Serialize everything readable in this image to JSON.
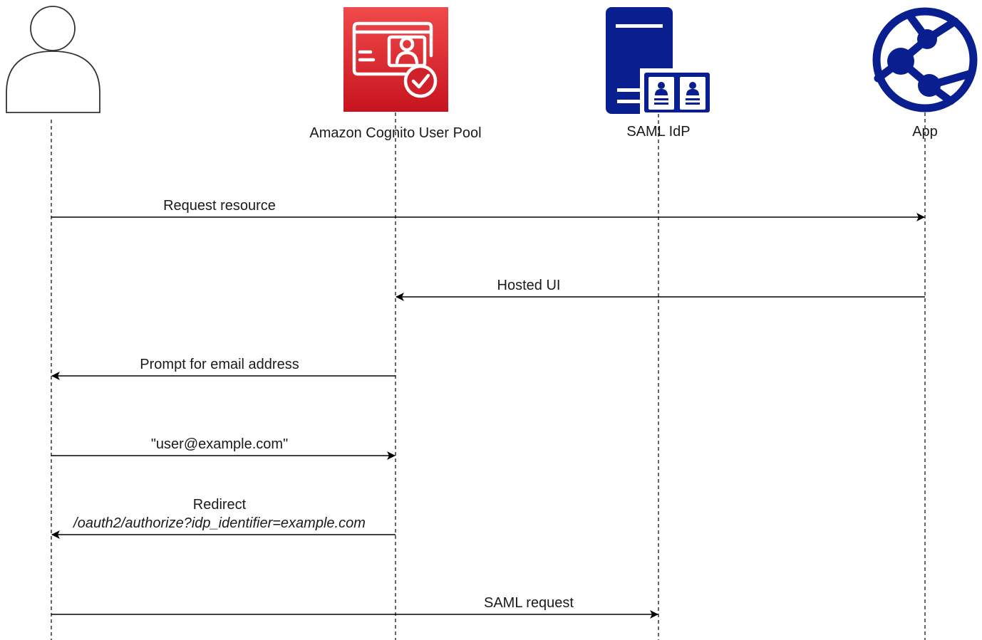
{
  "participants": [
    {
      "id": "user",
      "label": "",
      "icon": "user-silhouette-icon"
    },
    {
      "id": "cognito",
      "label": "Amazon Cognito User Pool",
      "icon": "cognito-user-pool-icon"
    },
    {
      "id": "idp",
      "label": "SAML IdP",
      "icon": "saml-idp-server-directory-icon"
    },
    {
      "id": "app",
      "label": "App",
      "icon": "app-globe-network-icon"
    }
  ],
  "messages": [
    {
      "from": "user",
      "to": "app",
      "lines": [
        "Request resource"
      ]
    },
    {
      "from": "app",
      "to": "cognito",
      "lines": [
        "Hosted UI"
      ]
    },
    {
      "from": "cognito",
      "to": "user",
      "lines": [
        "Prompt for email address"
      ]
    },
    {
      "from": "user",
      "to": "cognito",
      "lines": [
        "\"user@example.com\""
      ]
    },
    {
      "from": "cognito",
      "to": "user",
      "lines": [
        "Redirect",
        "/oauth2/authorize?idp_identifier=example.com"
      ]
    },
    {
      "from": "user",
      "to": "idp",
      "lines": [
        "SAML request"
      ]
    }
  ],
  "colors": {
    "cognito_red_top": "#f04a4a",
    "cognito_red_bottom": "#c7131f",
    "idp_navy": "#0a1f8f",
    "app_navy": "#0a1f8f",
    "line": "#000000",
    "text": "#1a1a1a"
  }
}
